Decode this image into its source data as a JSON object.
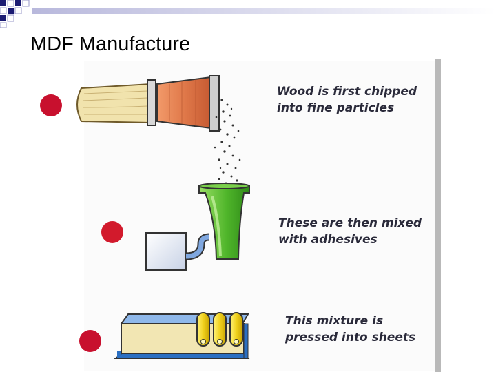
{
  "slide": {
    "title": "MDF Manufacture"
  },
  "steps": [
    {
      "line1": "Wood is first chipped",
      "line2": "into fine particles"
    },
    {
      "line1": "These are then mixed",
      "line2": "with adhesives"
    },
    {
      "line1": "This mixture is",
      "line2": "pressed into sheets"
    }
  ],
  "colors": {
    "bullet": "#c8102e",
    "funnel": "#e0794a",
    "mixer": "#4fb52a",
    "press_frame": "#2b6fc2",
    "rollers": "#f1d21e",
    "sheet": "#f2e6b3",
    "log": "#f1e3ad"
  }
}
